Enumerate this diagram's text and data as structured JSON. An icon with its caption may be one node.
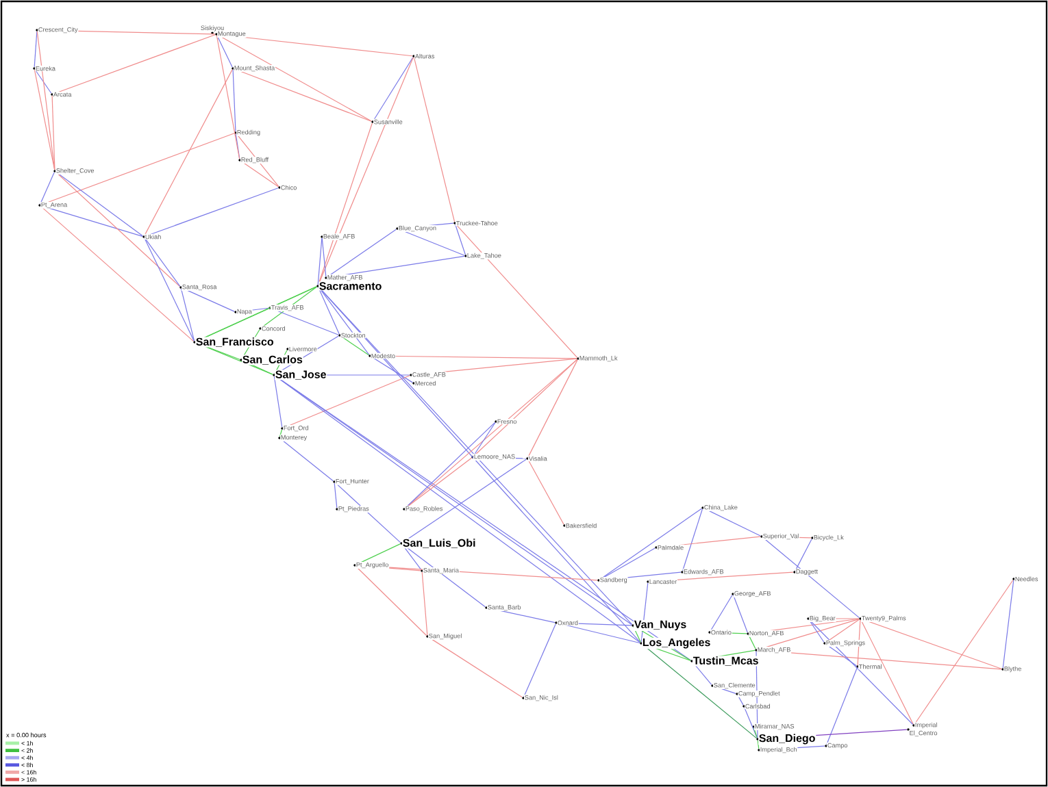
{
  "diagram": {
    "nodes": [
      {
        "text": [
          "Crescent_City"
        ]
      },
      {
        "text": [
          "Siskiyou"
        ]
      },
      {
        "text": [
          "Montague"
        ]
      },
      {
        "text": [
          "Eureka"
        ]
      },
      {
        "text": [
          "Mount_Shasta"
        ]
      },
      {
        "text": [
          "Alturas"
        ]
      },
      {
        "text": [
          "Arcata"
        ]
      },
      {
        "text": [
          "Susanville"
        ]
      },
      {
        "text": [
          "Redding"
        ]
      },
      {
        "text": [
          "Red_Bluff"
        ]
      },
      {
        "text": [
          "Shelter_Cove"
        ]
      },
      {
        "text": [
          "Chico"
        ]
      },
      {
        "text": [
          "Pt_Arena"
        ]
      },
      {
        "text": [
          "Ukiah"
        ]
      },
      {
        "text": [
          "Beale_AFB"
        ]
      },
      {
        "text": [
          "Blue_Canyon"
        ]
      },
      {
        "text": [
          "Truckee-Tahoe"
        ]
      },
      {
        "text": [
          "Lake_Tahoe"
        ]
      },
      {
        "text": [
          "Mather_AFB"
        ]
      },
      {
        "text": [
          "Sacramento"
        ]
      },
      {
        "text": [
          "Santa_Rosa"
        ]
      },
      {
        "text": [
          "Napa"
        ]
      },
      {
        "text": [
          "Travis_AFB"
        ]
      },
      {
        "text": [
          "Concord"
        ]
      },
      {
        "text": [
          "San_Francisco"
        ]
      },
      {
        "text": [
          "Livermore"
        ]
      },
      {
        "text": [
          "Stockton"
        ]
      },
      {
        "text": [
          "Modesto"
        ]
      },
      {
        "text": [
          "San_Carlos"
        ]
      },
      {
        "text": [
          "San_Jose"
        ]
      },
      {
        "text": [
          "Castle_AFB"
        ]
      },
      {
        "text": [
          "Merced"
        ]
      },
      {
        "text": [
          "Mammoth_Lk"
        ]
      },
      {
        "text": [
          "Fort_Ord"
        ]
      },
      {
        "text": [
          "Monterey"
        ]
      },
      {
        "text": [
          "Fresno"
        ]
      },
      {
        "text": [
          "Lemoore_NAS"
        ]
      },
      {
        "text": [
          "Visalia"
        ]
      },
      {
        "text": [
          "Fort_Hunter"
        ]
      },
      {
        "text": [
          "Pt_Piedras"
        ]
      },
      {
        "text": [
          "Paso_Robles"
        ]
      },
      {
        "text": [
          "Bakersfield"
        ]
      },
      {
        "text": [
          "San_Luis_Obi"
        ]
      },
      {
        "text": [
          "Pt_Arguello"
        ]
      },
      {
        "text": [
          "Santa_Maria"
        ]
      },
      {
        "text": [
          "Santa_Barb"
        ]
      },
      {
        "text": [
          "Oxnard"
        ]
      },
      {
        "text": [
          "San_Miguel"
        ]
      },
      {
        "text": [
          "San_Nic_Isl"
        ]
      },
      {
        "text": [
          "China_Lake"
        ]
      },
      {
        "text": [
          "Superior_Val"
        ]
      },
      {
        "text": [
          "Bicycle_Lk"
        ]
      },
      {
        "text": [
          "Palmdale"
        ]
      },
      {
        "text": [
          "Edwards_AFB"
        ]
      },
      {
        "text": [
          "Daggett"
        ]
      },
      {
        "text": [
          "Sandberg"
        ]
      },
      {
        "text": [
          "Lancaster"
        ]
      },
      {
        "text": [
          "George_AFB"
        ]
      },
      {
        "text": [
          "Van_Nuys"
        ]
      },
      {
        "text": [
          "Ontario"
        ]
      },
      {
        "text": [
          "Norton_AFB"
        ]
      },
      {
        "text": [
          "Big_Bear"
        ]
      },
      {
        "text": [
          "Twenty9_Palms"
        ]
      },
      {
        "text": [
          "Los_Angeles"
        ]
      },
      {
        "text": [
          "Palm_Springs"
        ]
      },
      {
        "text": [
          "March_AFB"
        ]
      },
      {
        "text": [
          "Tustin_Mcas"
        ]
      },
      {
        "text": [
          "Thermal"
        ]
      },
      {
        "text": [
          "Blythe"
        ]
      },
      {
        "text": [
          "Needles"
        ]
      },
      {
        "text": [
          "San_Clemente"
        ]
      },
      {
        "text": [
          "Camp_Pendlet"
        ]
      },
      {
        "text": [
          "Carlsbad"
        ]
      },
      {
        "text": [
          "Miramar_NAS"
        ]
      },
      {
        "text": [
          "San_Diego"
        ]
      },
      {
        "text": [
          "Imperial_Bch"
        ]
      },
      {
        "text": [
          "Campo"
        ]
      },
      {
        "text": [
          "Imperial"
        ]
      },
      {
        "text": [
          "El_Centro"
        ]
      }
    ],
    "edges": [
      {
        "from": 0,
        "to": 2,
        "arrow": "none",
        "color": "#f08c8c"
      },
      {
        "from": 0,
        "to": 3,
        "arrow": "none"
      },
      {
        "from": 3,
        "to": 6,
        "arrow": "none"
      },
      {
        "from": 0,
        "to": 10,
        "arrow": "none",
        "color": "#f08c8c"
      },
      {
        "from": 3,
        "to": 10,
        "arrow": "none",
        "color": "#f08c8c"
      },
      {
        "from": 6,
        "to": 10,
        "arrow": "none",
        "color": "#f08c8c"
      },
      {
        "from": 6,
        "to": 2,
        "arrow": "none",
        "color": "#f08c8c"
      },
      {
        "from": 2,
        "to": 5,
        "arrow": "none",
        "color": "#f08c8c"
      },
      {
        "from": 2,
        "to": 4,
        "arrow": "none"
      },
      {
        "from": 2,
        "to": 7,
        "arrow": "none",
        "color": "#f08c8c"
      },
      {
        "from": 4,
        "to": 7,
        "arrow": "none",
        "color": "#f08c8c"
      },
      {
        "from": 4,
        "to": 8,
        "arrow": "none"
      },
      {
        "from": 8,
        "to": 9,
        "arrow": "none"
      },
      {
        "from": 2,
        "to": 9,
        "arrow": "none",
        "color": "#f08c8c"
      },
      {
        "from": 9,
        "to": 11,
        "arrow": "none",
        "color": "#f08c8c"
      },
      {
        "from": 8,
        "to": 11,
        "arrow": "none",
        "color": "#f08c8c"
      },
      {
        "from": 4,
        "to": 13,
        "arrow": "none",
        "color": "#f08c8c"
      },
      {
        "from": 8,
        "to": 12,
        "arrow": "none",
        "color": "#f08c8c"
      },
      {
        "from": 10,
        "to": 12,
        "arrow": "none"
      },
      {
        "from": 10,
        "to": 13,
        "arrow": "none"
      },
      {
        "from": 12,
        "to": 13,
        "arrow": "none"
      },
      {
        "from": 11,
        "to": 13,
        "arrow": "none"
      },
      {
        "from": 10,
        "to": 20,
        "arrow": "none",
        "color": "#f08c8c"
      },
      {
        "from": 12,
        "to": 24,
        "arrow": "none",
        "color": "#f08c8c"
      },
      {
        "from": 13,
        "to": 24,
        "arrow": "none"
      },
      {
        "from": 13,
        "to": 20,
        "arrow": "none"
      },
      {
        "from": 5,
        "to": 7,
        "arrow": "none"
      },
      {
        "from": 5,
        "to": 19,
        "arrow": "none",
        "color": "#f08c8c"
      },
      {
        "from": 7,
        "to": 19,
        "arrow": "none",
        "color": "#f08c8c"
      },
      {
        "from": 5,
        "to": 16,
        "arrow": "none",
        "color": "#f08c8c"
      },
      {
        "from": 14,
        "to": 19,
        "arrow": "none"
      },
      {
        "from": 14,
        "to": 18,
        "arrow": "none"
      },
      {
        "from": 18,
        "to": 15,
        "arrow": "none"
      },
      {
        "from": 15,
        "to": 16,
        "arrow": "none"
      },
      {
        "from": 15,
        "to": 17,
        "arrow": "none"
      },
      {
        "from": 16,
        "to": 17,
        "arrow": "none"
      },
      {
        "from": 18,
        "to": 17,
        "arrow": "none"
      },
      {
        "from": 16,
        "to": 32,
        "arrow": "none",
        "color": "#f08c8c"
      },
      {
        "from": 19,
        "to": 22,
        "arrow": "none",
        "color": "#50d050"
      },
      {
        "from": 19,
        "to": 24,
        "arrow": "none",
        "color": "#50d050"
      },
      {
        "from": 19,
        "to": 23,
        "arrow": "none",
        "color": "#50d050"
      },
      {
        "from": 19,
        "to": 26,
        "arrow": "none"
      },
      {
        "from": 19,
        "to": 27,
        "arrow": "none"
      },
      {
        "from": 20,
        "to": 21,
        "arrow": "none"
      },
      {
        "from": 20,
        "to": 24,
        "arrow": "none"
      },
      {
        "from": 21,
        "to": 22,
        "arrow": "none"
      },
      {
        "from": 22,
        "to": 24,
        "arrow": "none",
        "color": "#50d050"
      },
      {
        "from": 22,
        "to": 26,
        "arrow": "none"
      },
      {
        "from": 24,
        "to": 28,
        "arrow": "none",
        "color": "#50d050"
      },
      {
        "from": 28,
        "to": 29,
        "arrow": "none",
        "color": "#50d050"
      },
      {
        "from": 24,
        "to": 29,
        "arrow": "none",
        "color": "#50d050"
      },
      {
        "from": 23,
        "to": 28,
        "arrow": "none",
        "color": "#50d050"
      },
      {
        "from": 25,
        "to": 29,
        "arrow": "none",
        "color": "#50d050"
      },
      {
        "from": 26,
        "to": 29,
        "arrow": "none"
      },
      {
        "from": 26,
        "to": 27,
        "arrow": "none",
        "color": "#50d050"
      },
      {
        "from": 27,
        "to": 31,
        "arrow": "none"
      },
      {
        "from": 29,
        "to": 30,
        "arrow": "none"
      },
      {
        "from": 29,
        "to": 33,
        "arrow": "none"
      },
      {
        "from": 33,
        "to": 34,
        "arrow": "none",
        "color": "#50d050"
      },
      {
        "from": 27,
        "to": 32,
        "arrow": "none",
        "color": "#f08c8c"
      },
      {
        "from": 30,
        "to": 32,
        "arrow": "none",
        "color": "#f08c8c"
      },
      {
        "from": 33,
        "to": 30,
        "arrow": "none",
        "color": "#f08c8c"
      },
      {
        "from": 29,
        "to": 63,
        "arrow": "none"
      },
      {
        "from": 29,
        "to": 58,
        "arrow": "none"
      },
      {
        "from": 29,
        "to": 66,
        "arrow": "none"
      },
      {
        "from": 19,
        "to": 63,
        "arrow": "none"
      },
      {
        "from": 19,
        "to": 58,
        "arrow": "none"
      },
      {
        "from": 32,
        "to": 36,
        "arrow": "none",
        "color": "#f08c8c"
      },
      {
        "from": 32,
        "to": 37,
        "arrow": "none",
        "color": "#f08c8c"
      },
      {
        "from": 32,
        "to": 40,
        "arrow": "none",
        "color": "#f08c8c"
      },
      {
        "from": 35,
        "to": 36,
        "arrow": "none"
      },
      {
        "from": 35,
        "to": 40,
        "arrow": "none"
      },
      {
        "from": 36,
        "to": 37,
        "arrow": "none"
      },
      {
        "from": 37,
        "to": 42,
        "arrow": "none"
      },
      {
        "from": 37,
        "to": 41,
        "arrow": "none",
        "color": "#f08c8c"
      },
      {
        "from": 36,
        "to": 40,
        "arrow": "none",
        "color": "#f08c8c"
      },
      {
        "from": 34,
        "to": 38,
        "arrow": "none"
      },
      {
        "from": 38,
        "to": 39,
        "arrow": "none"
      },
      {
        "from": 38,
        "to": 42,
        "arrow": "none"
      },
      {
        "from": 42,
        "to": 43,
        "arrow": "none",
        "color": "#50d050"
      },
      {
        "from": 42,
        "to": 44,
        "arrow": "none"
      },
      {
        "from": 43,
        "to": 44,
        "arrow": "none",
        "color": "#f08c8c"
      },
      {
        "from": 42,
        "to": 45,
        "arrow": "none"
      },
      {
        "from": 44,
        "to": 47,
        "arrow": "none",
        "color": "#f08c8c"
      },
      {
        "from": 43,
        "to": 47,
        "arrow": "none",
        "color": "#f08c8c"
      },
      {
        "from": 47,
        "to": 48,
        "arrow": "none",
        "color": "#f08c8c"
      },
      {
        "from": 48,
        "to": 46,
        "arrow": "none"
      },
      {
        "from": 43,
        "to": 55,
        "arrow": "none",
        "color": "#f08c8c"
      },
      {
        "from": 45,
        "to": 46,
        "arrow": "none"
      },
      {
        "from": 46,
        "to": 58,
        "arrow": "none"
      },
      {
        "from": 46,
        "to": 63,
        "arrow": "none"
      },
      {
        "from": 55,
        "to": 52,
        "arrow": "none"
      },
      {
        "from": 55,
        "to": 53,
        "arrow": "none"
      },
      {
        "from": 55,
        "to": 49,
        "arrow": "none"
      },
      {
        "from": 49,
        "to": 50,
        "arrow": "none"
      },
      {
        "from": 49,
        "to": 53,
        "arrow": "none"
      },
      {
        "from": 50,
        "to": 52,
        "arrow": "none",
        "color": "#f08c8c"
      },
      {
        "from": 50,
        "to": 51,
        "arrow": "none",
        "color": "#f08c8c"
      },
      {
        "from": 51,
        "to": 54,
        "arrow": "none"
      },
      {
        "from": 54,
        "to": 56,
        "arrow": "none",
        "color": "#f08c8c"
      },
      {
        "from": 50,
        "to": 62,
        "arrow": "none"
      },
      {
        "from": 56,
        "to": 63,
        "arrow": "none"
      },
      {
        "from": 57,
        "to": 60,
        "arrow": "none"
      },
      {
        "from": 57,
        "to": 59,
        "arrow": "none"
      },
      {
        "from": 58,
        "to": 63,
        "arrow": "none",
        "color": "#50d050"
      },
      {
        "from": 58,
        "to": 66,
        "arrow": "none",
        "color": "#50d050"
      },
      {
        "from": 63,
        "to": 66,
        "arrow": "none",
        "color": "#50d050"
      },
      {
        "from": 63,
        "to": 74,
        "arrow": "none",
        "color": "#3a9a5a"
      },
      {
        "from": 59,
        "to": 60,
        "arrow": "none",
        "color": "#50d050"
      },
      {
        "from": 60,
        "to": 65,
        "arrow": "none",
        "color": "#50d050"
      },
      {
        "from": 65,
        "to": 66,
        "arrow": "none",
        "color": "#50d050"
      },
      {
        "from": 60,
        "to": 62,
        "arrow": "none",
        "color": "#f08c8c"
      },
      {
        "from": 61,
        "to": 62,
        "arrow": "none",
        "color": "#f08c8c"
      },
      {
        "from": 65,
        "to": 62,
        "arrow": "none",
        "color": "#f08c8c"
      },
      {
        "from": 64,
        "to": 62,
        "arrow": "none",
        "color": "#f08c8c"
      },
      {
        "from": 64,
        "to": 67,
        "arrow": "none"
      },
      {
        "from": 61,
        "to": 64,
        "arrow": "none"
      },
      {
        "from": 62,
        "to": 67,
        "arrow": "none",
        "color": "#f08c8c"
      },
      {
        "from": 62,
        "to": 77,
        "arrow": "none",
        "color": "#f08c8c"
      },
      {
        "from": 62,
        "to": 68,
        "arrow": "none",
        "color": "#f08c8c"
      },
      {
        "from": 65,
        "to": 68,
        "arrow": "none",
        "color": "#f08c8c"
      },
      {
        "from": 69,
        "to": 68,
        "arrow": "none"
      },
      {
        "from": 69,
        "to": 77,
        "arrow": "none",
        "color": "#f08c8c"
      },
      {
        "from": 61,
        "to": 77,
        "arrow": "none"
      },
      {
        "from": 67,
        "to": 76,
        "arrow": "none"
      },
      {
        "from": 74,
        "to": 78,
        "arrow": "none",
        "color": "#8040c0"
      },
      {
        "from": 66,
        "to": 70,
        "arrow": "none"
      },
      {
        "from": 70,
        "to": 71,
        "arrow": "none"
      },
      {
        "from": 71,
        "to": 72,
        "arrow": "none"
      },
      {
        "from": 72,
        "to": 74,
        "arrow": "none"
      },
      {
        "from": 73,
        "to": 74,
        "arrow": "none",
        "color": "#50d050"
      },
      {
        "from": 74,
        "to": 75,
        "arrow": "none",
        "color": "#50d050"
      },
      {
        "from": 75,
        "to": 76,
        "arrow": "none"
      },
      {
        "from": 65,
        "to": 74,
        "arrow": "none"
      }
    ],
    "labels": [
      "x = 0.00 hours"
    ],
    "legend": [
      {
        "text": "< 1h",
        "color": "#a8f0a8"
      },
      {
        "text": "< 2h",
        "color": "#40c040"
      },
      {
        "text": "< 4h",
        "color": "#a8a8f0"
      },
      {
        "text": "< 8h",
        "color": "#5858e0"
      },
      {
        "text": "< 16h",
        "color": "#f0a8a8"
      },
      {
        "text": "> 16h",
        "color": "#e05858"
      }
    ]
  }
}
